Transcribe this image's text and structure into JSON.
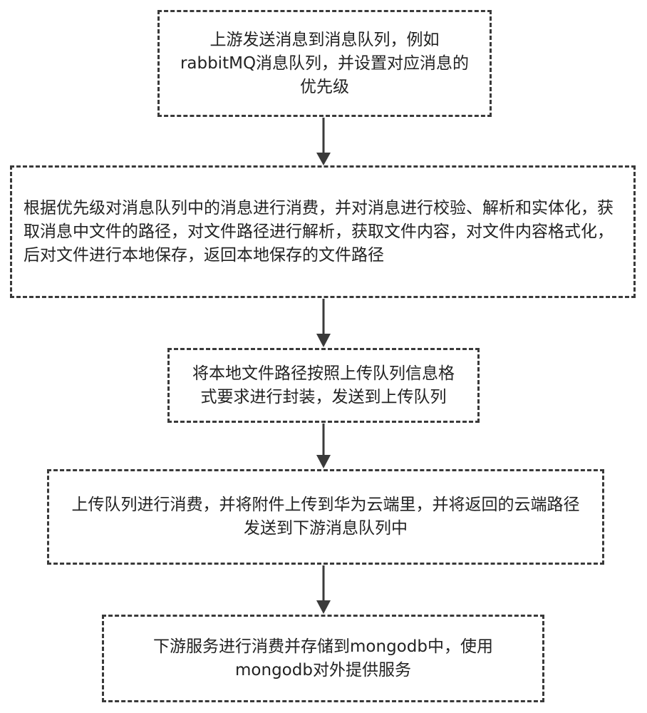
{
  "flowchart": {
    "steps": [
      {
        "text": "上游发送消息到消息队列，例如rabbitMQ消息队列，并设置对应消息的优先级"
      },
      {
        "text": "根据优先级对消息队列中的消息进行消费，并对消息进行校验、解析和实体化，获取消息中文件的路径，对文件路径进行解析，获取文件内容，对文件内容格式化，后对文件进行本地保存，返回本地保存的文件路径"
      },
      {
        "text": "将本地文件路径按照上传队列信息格式要求进行封装，发送到上传队列"
      },
      {
        "text": "上传队列进行消费，并将附件上传到华为云端里，并将返回的云端路径发送到下游消息队列中"
      },
      {
        "text": "下游服务进行消费并存储到mongodb中，使用mongodb对外提供服务"
      }
    ],
    "colors": {
      "border": "#3a3a3a",
      "arrow": "#3a3a3a",
      "text": "#222222",
      "background": "#ffffff"
    }
  }
}
